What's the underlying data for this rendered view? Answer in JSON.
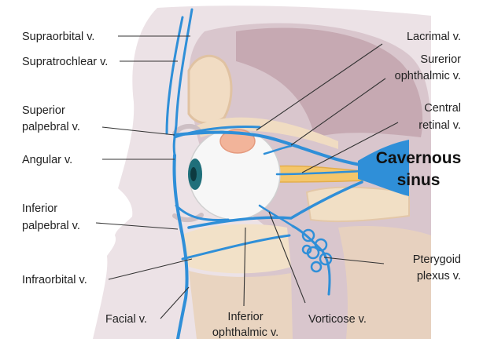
{
  "labels": {
    "supraorbital": "Supraorbital v.",
    "supratrochlear": "Supratrochlear v.",
    "superior_palpebral_1": "Superior",
    "superior_palpebral_2": "palpebral v.",
    "angular": "Angular v.",
    "inferior_palpebral_1": "Inferior",
    "inferior_palpebral_2": "palpebral v.",
    "infraorbital": "Infraorbital  v.",
    "facial": "Facial v.",
    "inferior_ophthalmic_1": "Inferior",
    "inferior_ophthalmic_2": "ophthalmic v.",
    "vorticose": "Vorticose v.",
    "lacrimal": "Lacrimal v.",
    "superior_ophthalmic_1": "Surerior",
    "superior_ophthalmic_2": "ophthalmic v.",
    "central_retinal_1": "Central",
    "central_retinal_2": "retinal v.",
    "cavernous_1": "Cavernous",
    "cavernous_2": "sinus",
    "pterygoid_1": "Pterygoid",
    "pterygoid_2": "plexus v."
  },
  "colors": {
    "vein": "#2f8fd8",
    "skin": "#ede3e6",
    "bone": "#f3e2c6",
    "cavity": "#c9aeb5",
    "eyeball": "#f6f6f6",
    "iris": "#1f6f7a",
    "lacrimal_gland": "#f2b79a",
    "optic_nerve": "#f4c96b"
  }
}
